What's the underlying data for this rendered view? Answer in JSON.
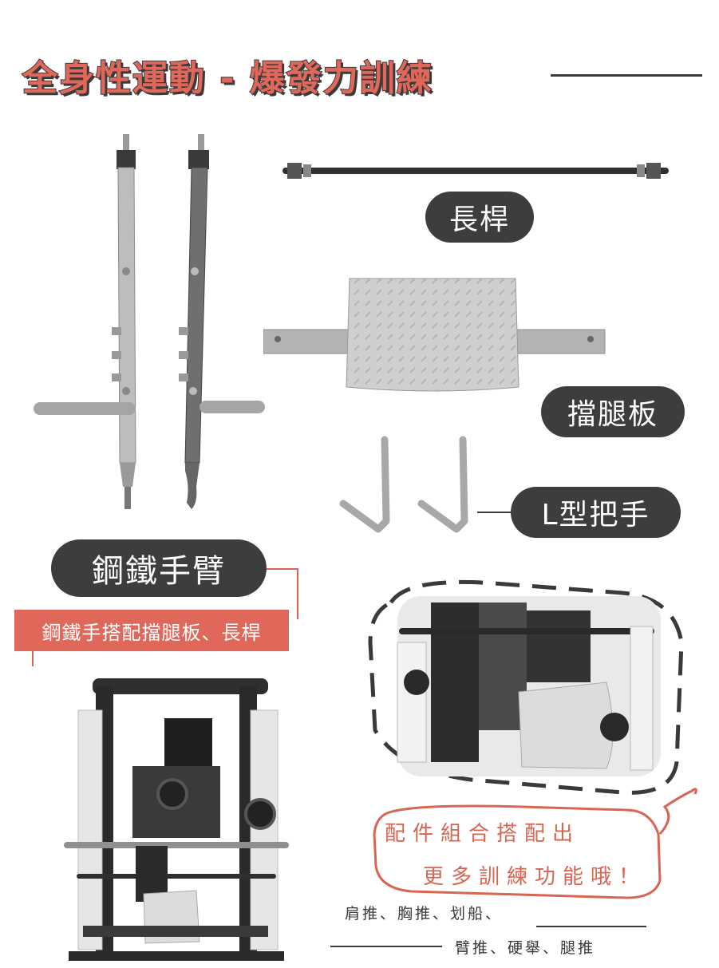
{
  "header": {
    "title": "全身性運動 - 爆發力訓練"
  },
  "labels": {
    "long_rod": "長桿",
    "leg_pad": "擋腿板",
    "l_handle": "L型把手",
    "steel_arm": "鋼鐵手臂"
  },
  "banner": {
    "text": "鋼鐵手搭配擋腿板、長桿"
  },
  "callout": {
    "line1": "配件組合搭配出",
    "line2": "更多訓練功能哦！"
  },
  "notes": {
    "line1": "肩推、胸推、划船、",
    "line2": "臂推、硬舉、腿推"
  },
  "colors": {
    "accent": "#e0685a",
    "dark": "#3d3d3d",
    "metal": "#c9c9c9"
  }
}
